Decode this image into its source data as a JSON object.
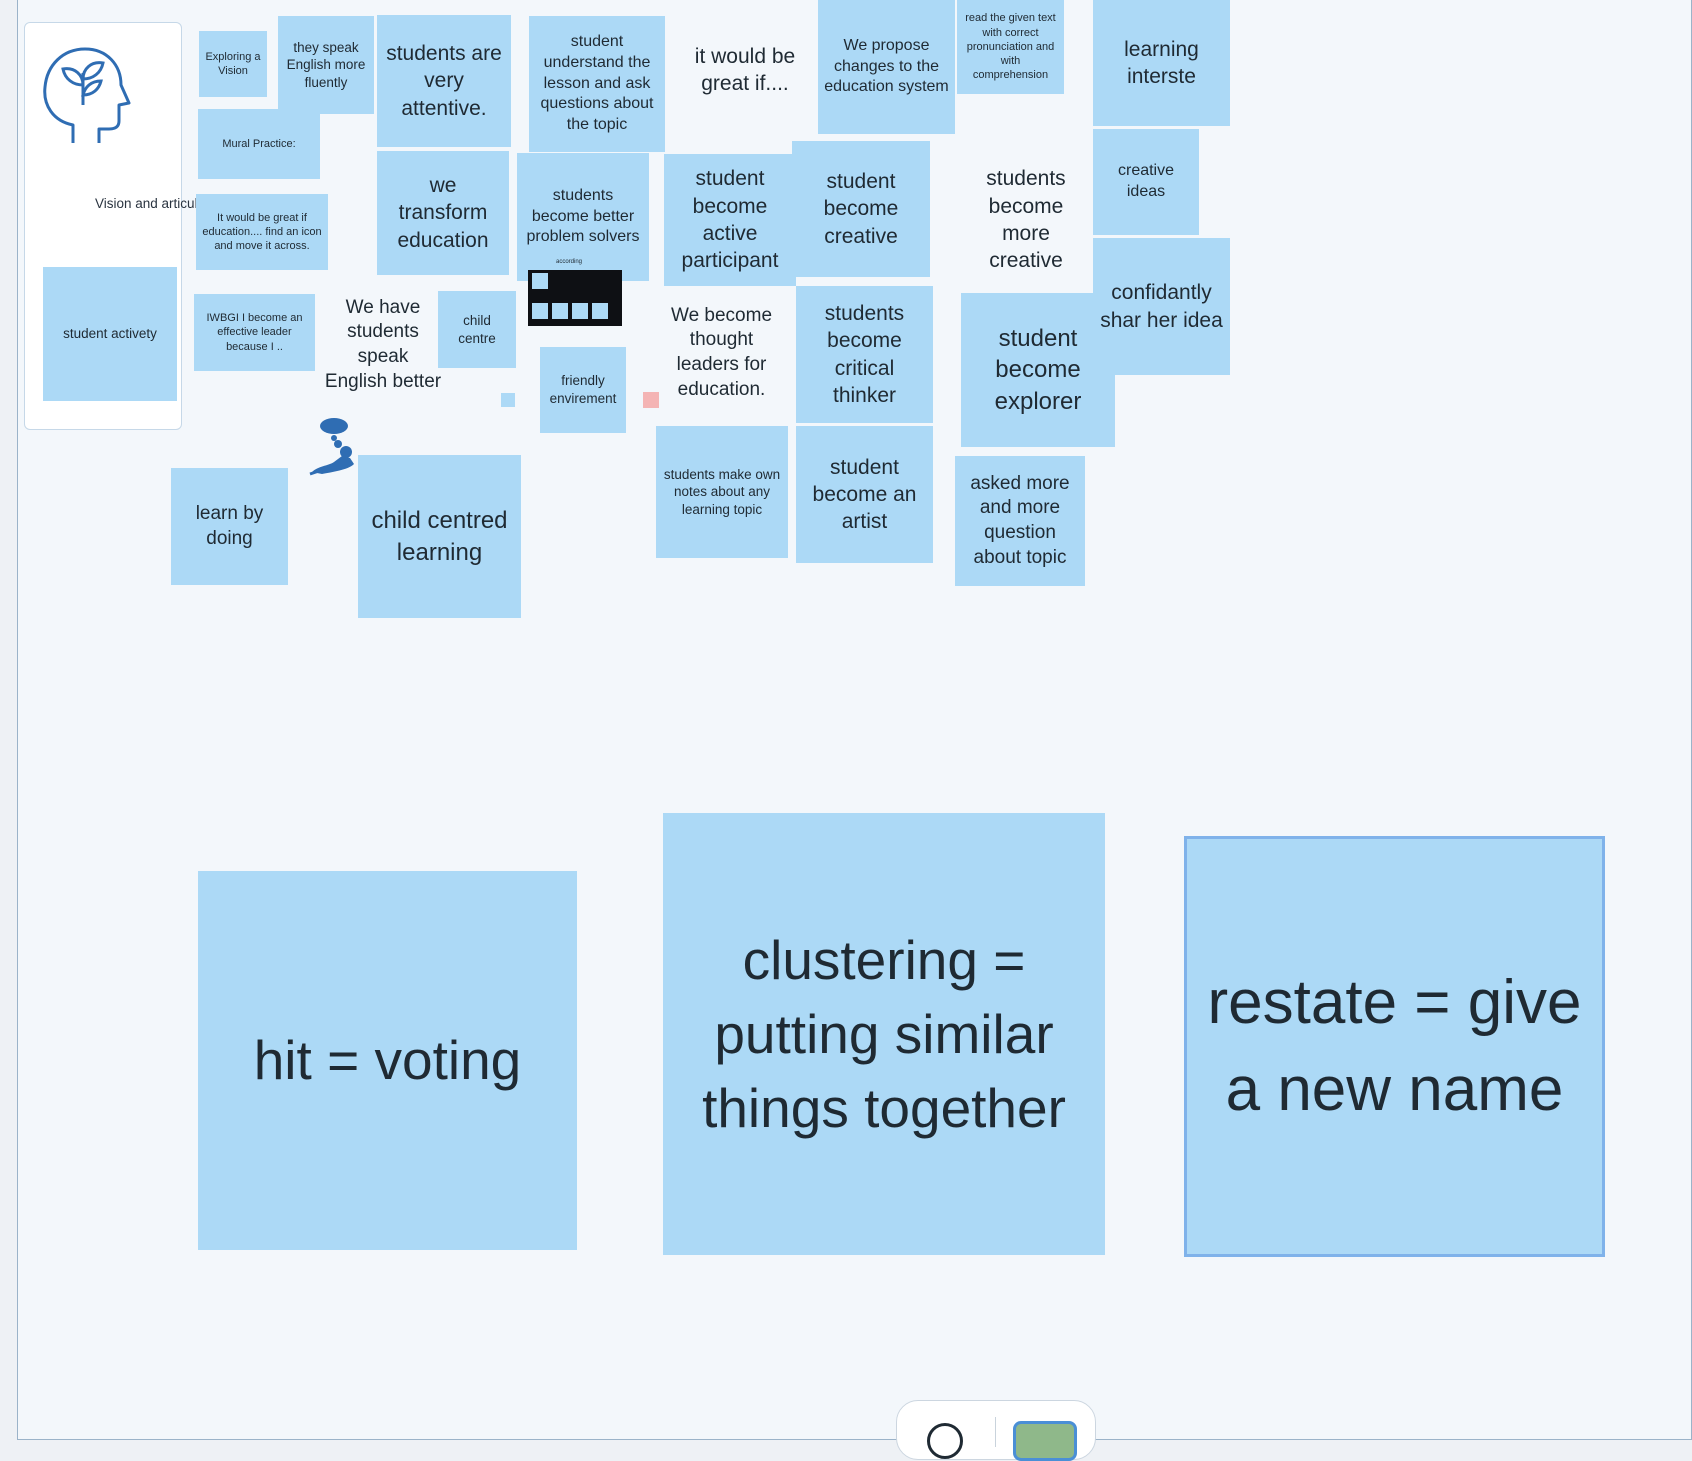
{
  "vision_card": {
    "description": "Vision and articulate the desired outcome you wish to create."
  },
  "notes": {
    "exploring_vision": "Exploring a Vision",
    "speak_english_fluently": "they speak English more fluently",
    "attentive": "students are very attentive.",
    "understand_lesson": "student understand the lesson and ask questions about the topic",
    "would_be_great_if": "it would be great if....",
    "propose_changes": "We propose changes to the education system",
    "read_given_text": "read the given text with correct pronunciation and with comprehension",
    "learning_interste": "learning interste",
    "mural_practice": "Mural Practice:",
    "transform_education": "we transform education",
    "better_problem_solvers": "students become better problem solvers",
    "active_participant": "student become active participant",
    "student_become_creative": "student become creative",
    "students_more_creative": "students become more creative",
    "creative_ideas": "creative ideas",
    "great_if_education": "It would be great if education.... find an icon and move it across.",
    "student_activety": "student activety",
    "iwbgi_leader": "IWBGI  I become an effective leader because I ..",
    "speak_english_better": "We have students speak English better",
    "child_centre": "child centre",
    "friendly_envirement": "friendly envirement",
    "thought_leaders": "We become thought leaders for education.",
    "critical_thinker": "students become critical thinker",
    "explorer": "student become explorer",
    "confidantly_share": "confidantly shar her idea",
    "learn_by_doing": "learn by doing",
    "child_centred_learning": "child centred learning",
    "own_notes": "students make own notes about any learning topic",
    "an_artist": "student become an artist",
    "asked_more": "asked more and more question about topic",
    "hit_voting": "hit = voting",
    "clustering": "clustering = putting similar things together",
    "restate": "restate = give a new name"
  },
  "thumbnail_label": "according",
  "colors": {
    "sticky_blue": "#acd9f6",
    "board_bg": "#f3f7fb",
    "icon_blue": "#2f6db3",
    "selected_outline": "#7fb2ea",
    "pink_marker": "#f4b4b4",
    "yellow_marker": "#f7f08b"
  },
  "icons": [
    "head-sprout-icon",
    "thinking-person-icon"
  ]
}
